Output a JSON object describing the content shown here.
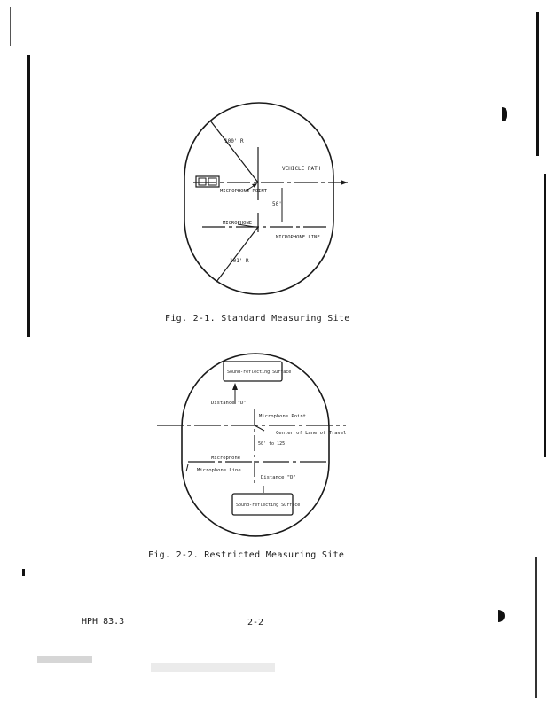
{
  "figure1": {
    "caption": "Fig. 2-1. Standard Measuring Site",
    "labels": {
      "radius_top": "100' R",
      "radius_bottom": "101' R",
      "vehicle_path": "VEHICLE PATH",
      "microphone_point": "MICROPHONE POINT",
      "distance": "50'",
      "microphone": "MICROPHONE",
      "microphone_line": "MICROPHONE LINE"
    }
  },
  "figure2": {
    "caption": "Fig. 2-2. Restricted Measuring Site",
    "labels": {
      "sound_reflecting_surface": "Sound-reflecting Surface",
      "distance_d_top": "Distance \"D\"",
      "microphone_point": "Microphone Point",
      "center_lane": "Center of Lane of Travel",
      "d_range": "50' to 125'",
      "microphone": "Microphone",
      "microphone_line": "Microphone Line",
      "distance_d_bottom": "Distance \"D\"",
      "sound_absorbing_surface": "Sound-reflecting Surface"
    }
  },
  "footer": {
    "doc_number": "HPH 83.3",
    "page_number": "2-2"
  }
}
